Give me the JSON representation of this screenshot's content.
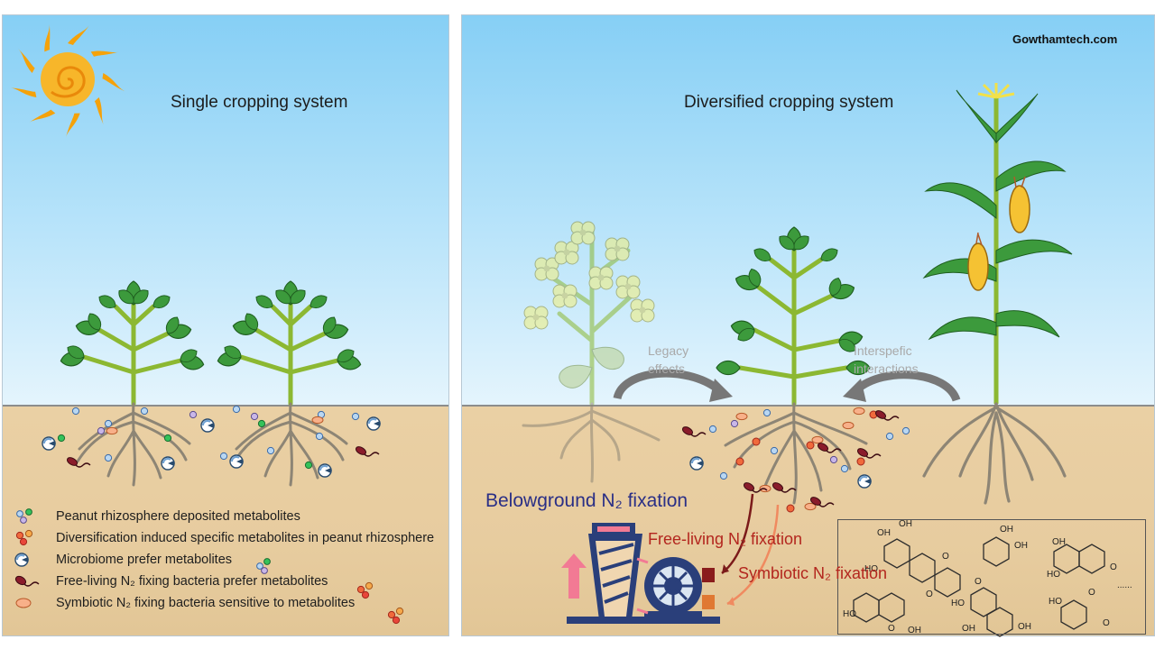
{
  "watermark": "Gowthamtech.com",
  "panels": {
    "left_title": "Single cropping system",
    "right_title": "Diversified cropping system"
  },
  "arrow_labels": {
    "legacy_line1": "Legacy",
    "legacy_line2": "effects",
    "interspecific_line1": "Interspefic",
    "interspecific_line2": "interactions"
  },
  "fixation": {
    "belowground": "Belowground N₂ fixation",
    "free_living": "Free-living N₂ fixation",
    "symbiotic": "Symbiotic N₂ fixation"
  },
  "chem_labels": [
    "OH",
    "OH",
    "HO",
    "O",
    "O",
    "OH",
    "OH",
    "O",
    "HO",
    "OH",
    "OH",
    "HO",
    "O",
    "O",
    "HO",
    "OH",
    "OH",
    "HO",
    "O",
    "O",
    "......"
  ],
  "legend": [
    {
      "text": "Peanut rhizosphere deposited metabolites",
      "icon": "blue-metabolite-dots-icon"
    },
    {
      "text": "Diversification induced specific metabolites in peanut rhizosphere",
      "icon": "red-metabolite-dots-icon"
    },
    {
      "text": "Microbiome prefer metabolites",
      "icon": "microbe-icon"
    },
    {
      "text": "Free-living N₂ fixing bacteria prefer metabolites",
      "icon": "free-living-bacteria-icon"
    },
    {
      "text": "Symbiotic N₂ fixing bacteria sensitive to metabolites",
      "icon": "symbiotic-bacteria-icon"
    }
  ],
  "colors": {
    "sky_top": "#86cff5",
    "soil": "#e7cc9f",
    "leaf": "#3c9a3c",
    "stem": "#8cb832",
    "flower": "#f3ef7a",
    "title_blue": "#2a2f86",
    "fixation_red": "#b3261e"
  }
}
